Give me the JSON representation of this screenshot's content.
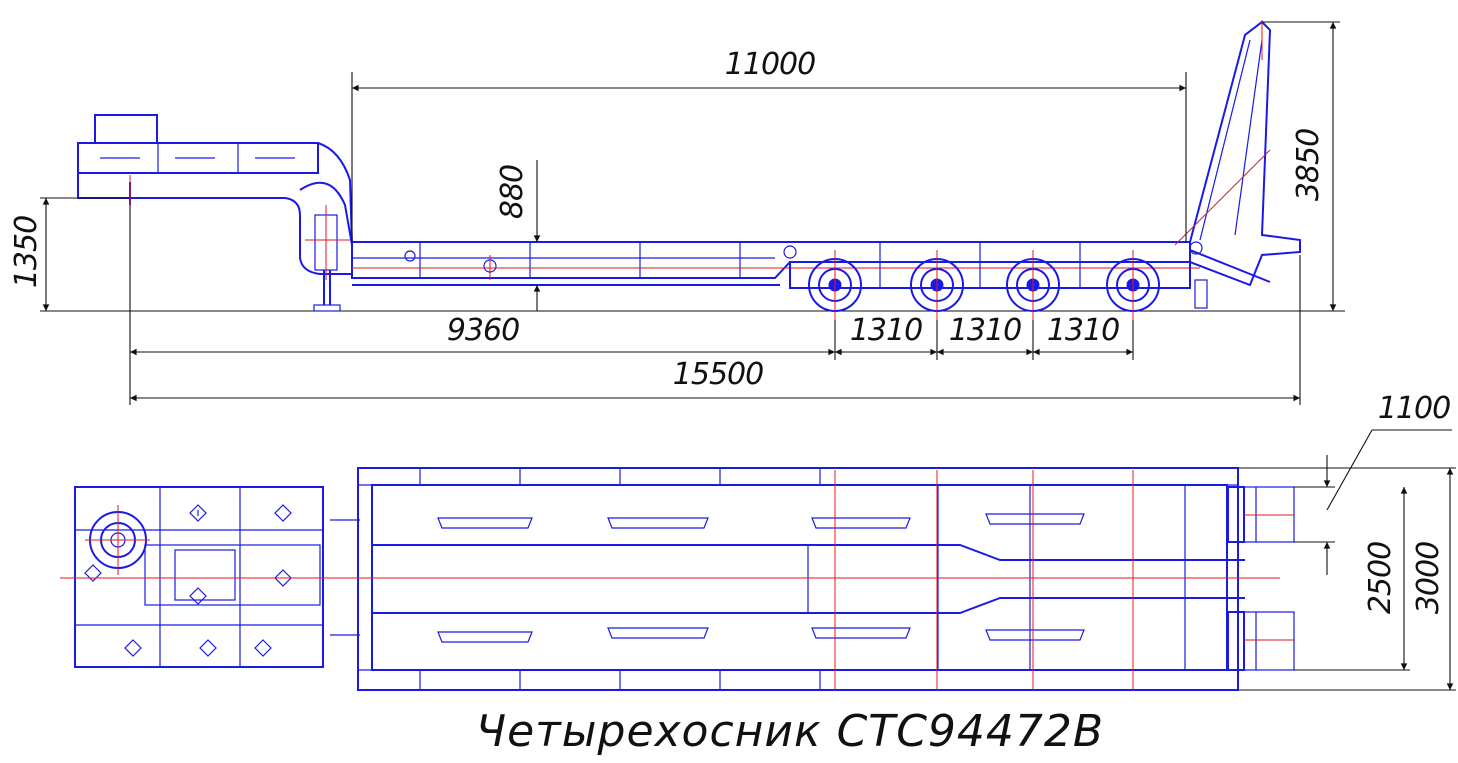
{
  "title": "Четырехосник СТС94472В",
  "colors": {
    "outline": "#1a1ae6",
    "centerline": "#e21a1a",
    "dimension": "#111111",
    "background": "#ffffff"
  },
  "side_view": {
    "dimensions": {
      "deck_length": "11000",
      "neck_height": "880",
      "coupler_height": "1350",
      "ramp_height": "3850",
      "kingpin_to_axle": "9360",
      "axle_spacing_1": "1310",
      "axle_spacing_2": "1310",
      "axle_spacing_3": "1310",
      "overall_length": "15500"
    },
    "axle_count": 4
  },
  "top_view": {
    "dimensions": {
      "ramp_width": "1100",
      "deck_width": "2500",
      "overall_width": "3000"
    }
  }
}
